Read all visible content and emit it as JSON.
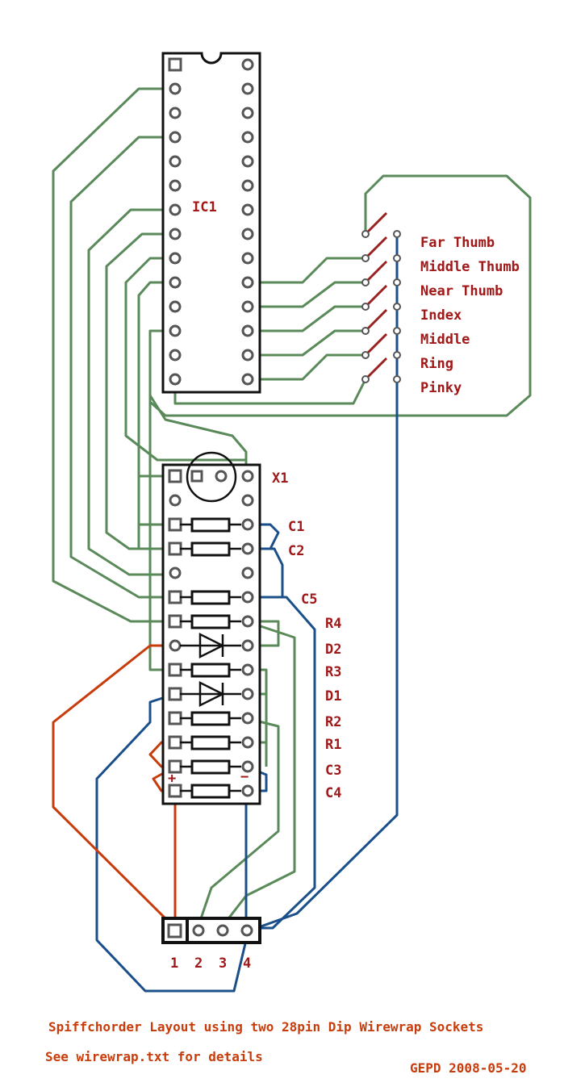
{
  "ic": {
    "label": "IC1"
  },
  "crystal": {
    "label": "X1"
  },
  "components": [
    {
      "label": "C1"
    },
    {
      "label": "C2"
    },
    {
      "label": "C5"
    },
    {
      "label": "R4"
    },
    {
      "label": "D2"
    },
    {
      "label": "R3"
    },
    {
      "label": "D1"
    },
    {
      "label": "R2"
    },
    {
      "label": "R1"
    },
    {
      "label": "C3"
    },
    {
      "label": "C4"
    }
  ],
  "switches": [
    {
      "label": "Far Thumb"
    },
    {
      "label": "Middle Thumb"
    },
    {
      "label": "Near Thumb"
    },
    {
      "label": "Index"
    },
    {
      "label": "Middle"
    },
    {
      "label": "Ring"
    },
    {
      "label": "Pinky"
    }
  ],
  "connector": {
    "pins": [
      "1",
      "2",
      "3",
      "4"
    ]
  },
  "polarity": {
    "plus": "+",
    "minus": "−"
  },
  "footer": {
    "title": "Spiffchorder Layout using two 28pin Dip Wirewrap Sockets",
    "note": "See wirewrap.txt for details",
    "credit": "GEPD 2008-05-20"
  },
  "colors": {
    "green_trace": "#5a8a5a",
    "blue_trace": "#1a4f8a",
    "orange_trace": "#c83c0c",
    "label_red": "#a01818"
  }
}
